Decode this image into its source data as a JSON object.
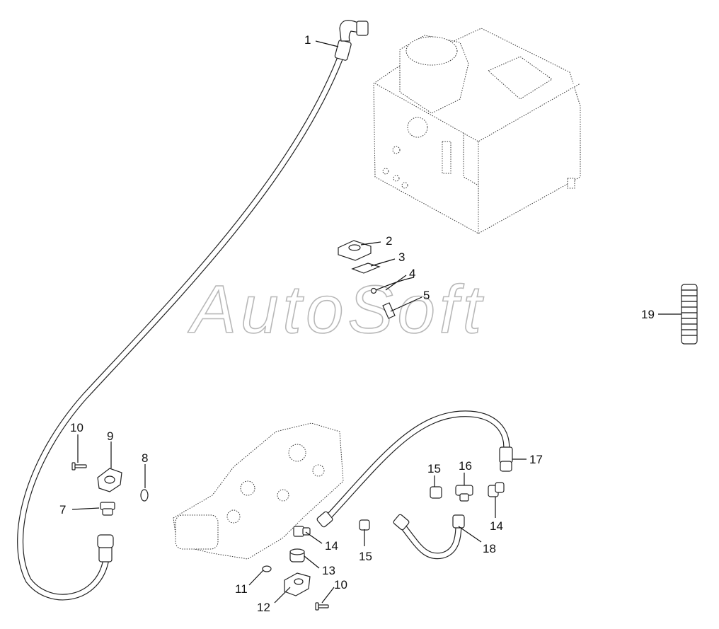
{
  "watermark": "AutoSoft",
  "callouts": [
    {
      "id": "1",
      "text": "1"
    },
    {
      "id": "2",
      "text": "2"
    },
    {
      "id": "3",
      "text": "3"
    },
    {
      "id": "4",
      "text": "4"
    },
    {
      "id": "5",
      "text": "5"
    },
    {
      "id": "7",
      "text": "7"
    },
    {
      "id": "8",
      "text": "8"
    },
    {
      "id": "9",
      "text": "9"
    },
    {
      "id": "10a",
      "text": "10"
    },
    {
      "id": "10b",
      "text": "10"
    },
    {
      "id": "11",
      "text": "11"
    },
    {
      "id": "12",
      "text": "12"
    },
    {
      "id": "13",
      "text": "13"
    },
    {
      "id": "14a",
      "text": "14"
    },
    {
      "id": "14b",
      "text": "14"
    },
    {
      "id": "15a",
      "text": "15"
    },
    {
      "id": "15b",
      "text": "15"
    },
    {
      "id": "16",
      "text": "16"
    },
    {
      "id": "17",
      "text": "17"
    },
    {
      "id": "18",
      "text": "18"
    },
    {
      "id": "19",
      "text": "19"
    }
  ]
}
